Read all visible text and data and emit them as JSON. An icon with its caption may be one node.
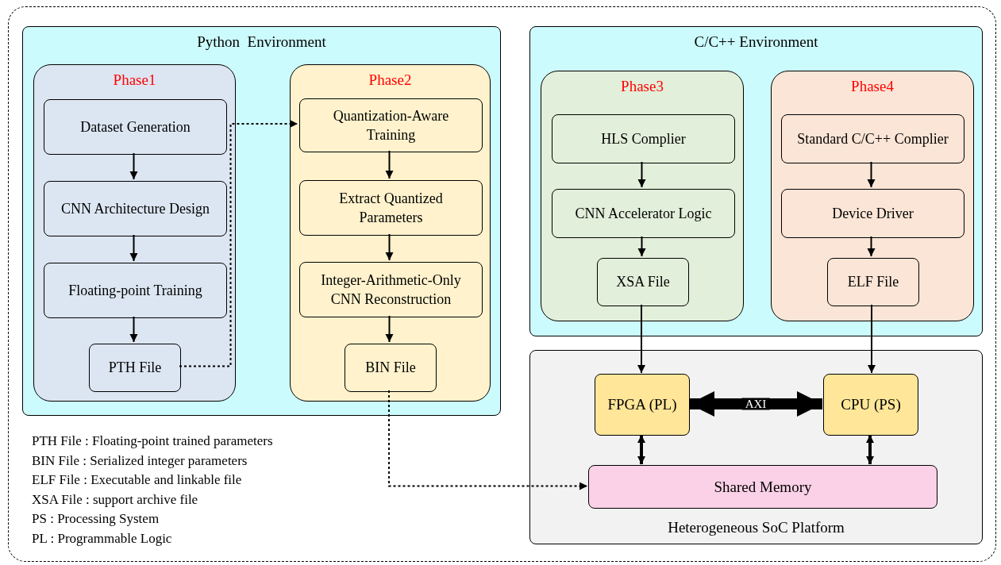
{
  "diagram": {
    "nodes": [
      {
        "text": [
          "Python  Environment"
        ]
      },
      {
        "text": [
          "Phase1"
        ],
        "in": 0
      },
      {
        "text": [
          "Dataset Generation"
        ],
        "in": 1
      },
      {
        "text": [
          "CNN Architecture Design"
        ],
        "in": 1
      },
      {
        "text": [
          "Floating-point Training"
        ],
        "in": 1
      },
      {
        "text": [
          "PTH File"
        ],
        "in": 1
      },
      {
        "text": [
          "Phase2"
        ],
        "in": 0
      },
      {
        "text": [
          "Quantization-Aware Training"
        ],
        "in": 6
      },
      {
        "text": [
          "Extract Quantized Parameters"
        ],
        "in": 6
      },
      {
        "text": [
          "Integer-Arithmetic-Only CNN Reconstruction"
        ],
        "in": 6
      },
      {
        "text": [
          "BIN File"
        ],
        "in": 6
      },
      {
        "text": [
          "C/C++ Environment"
        ]
      },
      {
        "text": [
          "Phase3"
        ],
        "in": 11
      },
      {
        "text": [
          "HLS Complier"
        ],
        "in": 12
      },
      {
        "text": [
          "CNN Accelerator Logic"
        ],
        "in": 12
      },
      {
        "text": [
          "XSA File"
        ],
        "in": 12
      },
      {
        "text": [
          "Phase4"
        ],
        "in": 11
      },
      {
        "text": [
          "Standard C/C++ Complier"
        ],
        "in": 16
      },
      {
        "text": [
          "Device Driver"
        ],
        "in": 16
      },
      {
        "text": [
          "ELF File"
        ],
        "in": 16
      },
      {
        "text": [
          "Heterogeneous SoC Platform"
        ]
      },
      {
        "text": [
          "FPGA (PL)"
        ],
        "in": 20
      },
      {
        "text": [
          "CPU (PS)"
        ],
        "in": 20
      },
      {
        "text": [
          "Shared Memory"
        ],
        "in": 20
      }
    ],
    "edges": [
      {
        "from": 2,
        "to": 3,
        "arrow": "to"
      },
      {
        "from": 3,
        "to": 4,
        "arrow": "to"
      },
      {
        "from": 4,
        "to": 5,
        "arrow": "to"
      },
      {
        "from": 5,
        "to": 7,
        "arrow": "to",
        "style": "dashed"
      },
      {
        "from": 7,
        "to": 8,
        "arrow": "to"
      },
      {
        "from": 8,
        "to": 9,
        "arrow": "to"
      },
      {
        "from": 9,
        "to": 10,
        "arrow": "to"
      },
      {
        "from": 10,
        "to": 23,
        "arrow": "to",
        "style": "dashed"
      },
      {
        "from": 13,
        "to": 14,
        "arrow": "to"
      },
      {
        "from": 14,
        "to": 15,
        "arrow": "to"
      },
      {
        "from": 15,
        "to": 21,
        "arrow": "to"
      },
      {
        "from": 17,
        "to": 18,
        "arrow": "to"
      },
      {
        "from": 18,
        "to": 19,
        "arrow": "to"
      },
      {
        "from": 19,
        "to": 22,
        "arrow": "to"
      },
      {
        "from": 21,
        "to": 22,
        "arrow": "both",
        "style": "thick",
        "label": "AXI"
      },
      {
        "from": 21,
        "to": 23,
        "arrow": "both",
        "style": "thick"
      },
      {
        "from": 22,
        "to": 23,
        "arrow": "both",
        "style": "thick"
      }
    ],
    "labels": [
      "PTH File : Floating-point trained parameters",
      "BIN File : Serialized integer parameters",
      "ELF File : Executable and linkable file",
      "XSA File : support archive file",
      "PS : Processing System",
      "PL : Programmable Logic"
    ]
  }
}
